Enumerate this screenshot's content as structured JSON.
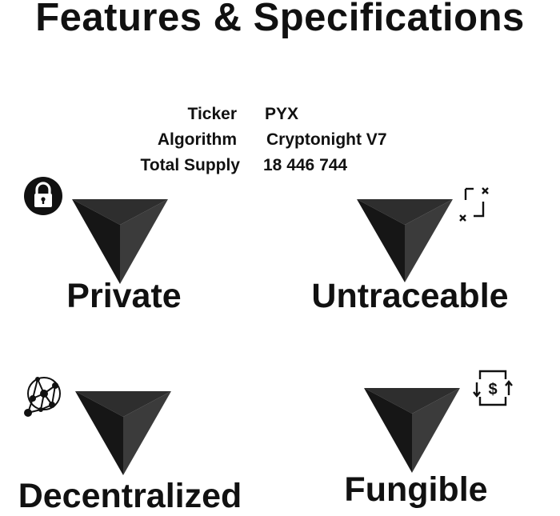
{
  "header": {
    "title": "Features & Specifications"
  },
  "specs": [
    {
      "label": "Ticker",
      "value": "PYX"
    },
    {
      "label": "Algorithm",
      "value": "Cryptonight V7"
    },
    {
      "label": "Total Supply",
      "value": "18 446 744"
    }
  ],
  "features": [
    {
      "label": "Private",
      "icon": "lock-icon"
    },
    {
      "label": "Untraceable",
      "icon": "scatter-path-icon"
    },
    {
      "label": "Decentralized",
      "icon": "network-nodes-icon"
    },
    {
      "label": "Fungible",
      "icon": "dollar-exchange-icon"
    }
  ],
  "colors": {
    "text": "#111111",
    "pyramid_dark": "#1a1a1a",
    "pyramid_light": "#3a3a3a",
    "background": "#ffffff"
  }
}
